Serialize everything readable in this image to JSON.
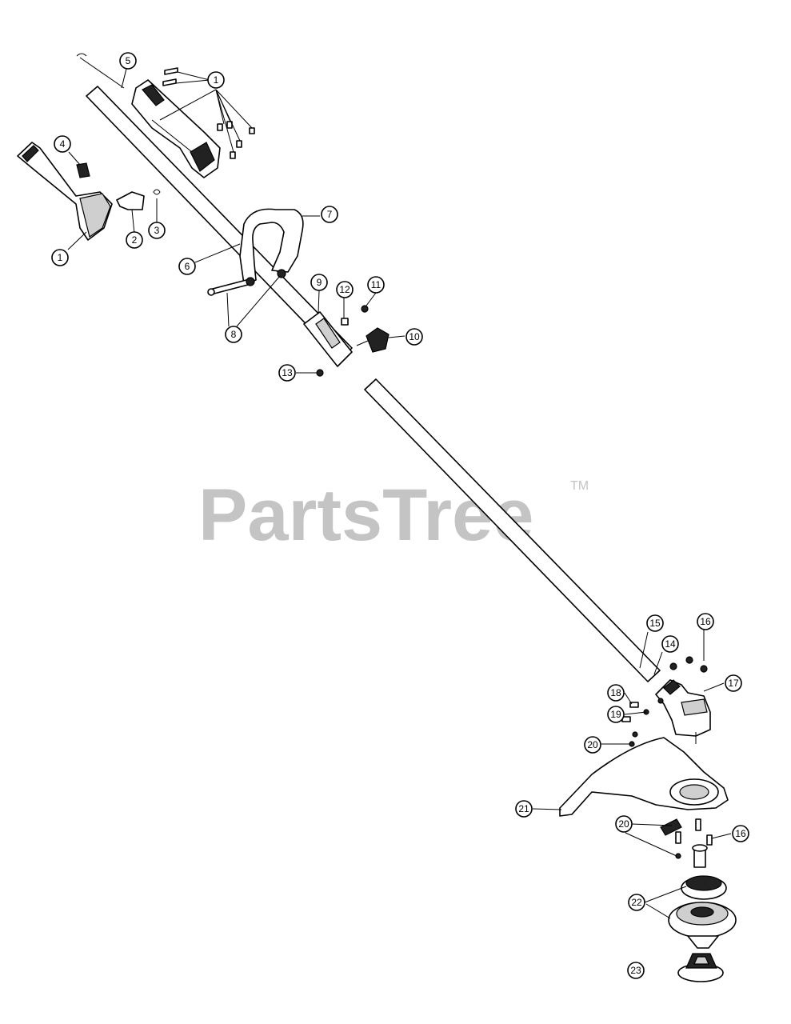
{
  "watermark": {
    "text": "PartsTree",
    "tm": "TM"
  },
  "callouts": [
    {
      "id": "c1a",
      "label": "1"
    },
    {
      "id": "c1b",
      "label": "1"
    },
    {
      "id": "c2",
      "label": "2"
    },
    {
      "id": "c3",
      "label": "3"
    },
    {
      "id": "c4",
      "label": "4"
    },
    {
      "id": "c5",
      "label": "5"
    },
    {
      "id": "c6",
      "label": "6"
    },
    {
      "id": "c7",
      "label": "7"
    },
    {
      "id": "c8",
      "label": "8"
    },
    {
      "id": "c9",
      "label": "9"
    },
    {
      "id": "c10",
      "label": "10"
    },
    {
      "id": "c11",
      "label": "11"
    },
    {
      "id": "c12",
      "label": "12"
    },
    {
      "id": "c13",
      "label": "13"
    },
    {
      "id": "c14",
      "label": "14"
    },
    {
      "id": "c15",
      "label": "15"
    },
    {
      "id": "c16a",
      "label": "16"
    },
    {
      "id": "c16b",
      "label": "16"
    },
    {
      "id": "c17",
      "label": "17"
    },
    {
      "id": "c18",
      "label": "18"
    },
    {
      "id": "c19",
      "label": "19"
    },
    {
      "id": "c20a",
      "label": "20"
    },
    {
      "id": "c20b",
      "label": "20"
    },
    {
      "id": "c21",
      "label": "21"
    },
    {
      "id": "c22",
      "label": "22"
    },
    {
      "id": "c23",
      "label": "23"
    }
  ]
}
